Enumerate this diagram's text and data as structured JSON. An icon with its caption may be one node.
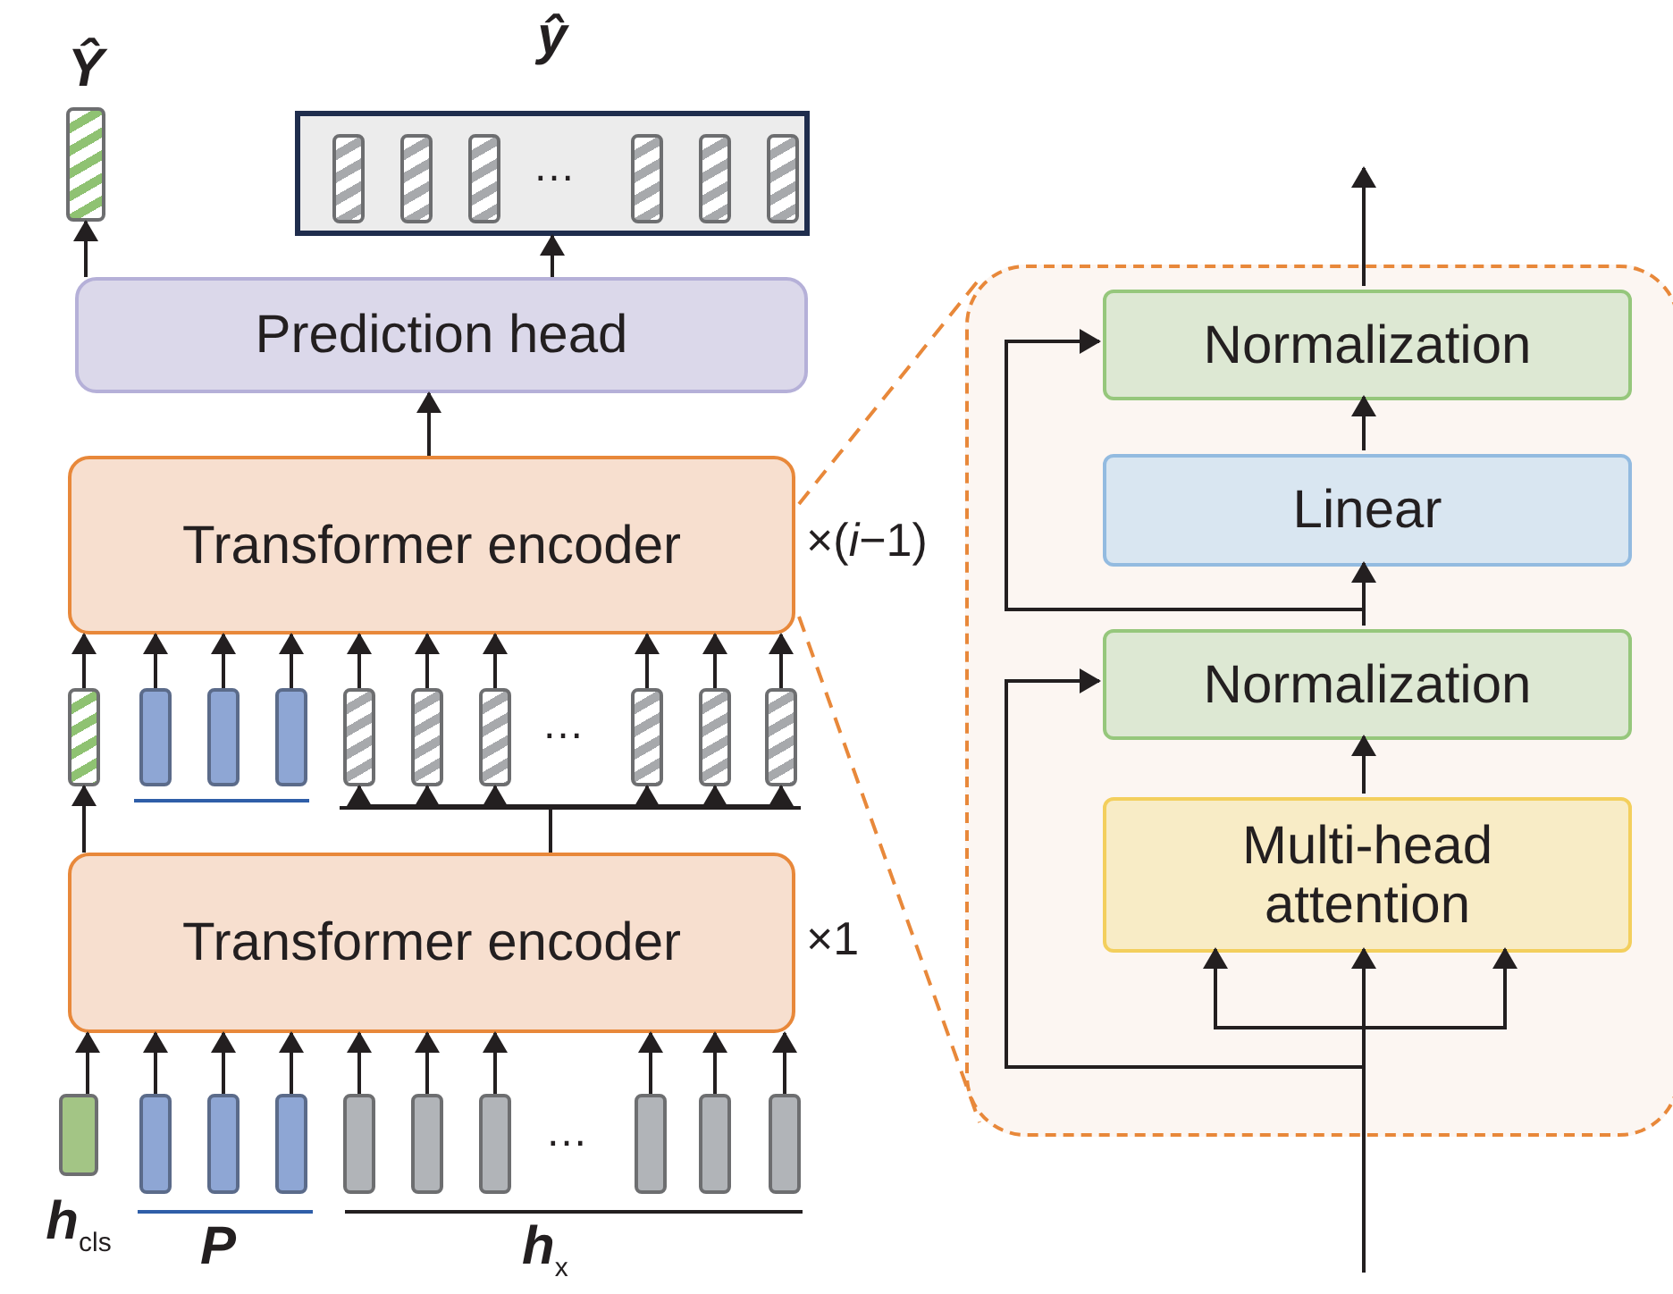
{
  "diagram": {
    "nodes": [
      {
        "text": [
          "Ŷ"
        ]
      },
      {
        "text": [
          "ŷ"
        ]
      },
      {
        "text": [],
        "shape": "bar",
        "in": 1
      },
      {
        "text": [],
        "shape": "bar",
        "in": 1
      },
      {
        "text": [],
        "shape": "bar",
        "in": 1
      },
      {
        "text": [],
        "shape": "bar",
        "in": 1
      },
      {
        "text": [],
        "shape": "bar",
        "in": 1
      },
      {
        "text": [],
        "shape": "bar",
        "in": 1
      },
      {
        "text": [
          "Prediction head"
        ]
      },
      {
        "text": [
          "Transformer encoder"
        ],
        "beside": [
          "×(*i*−1)"
        ]
      },
      {
        "text": [],
        "shape": "bar"
      },
      {
        "text": [],
        "shape": "bar"
      },
      {
        "text": [],
        "shape": "bar"
      },
      {
        "text": [],
        "shape": "bar"
      },
      {
        "text": [],
        "shape": "bar"
      },
      {
        "text": [],
        "shape": "bar"
      },
      {
        "text": [],
        "shape": "bar"
      },
      {
        "text": [],
        "shape": "bar"
      },
      {
        "text": [],
        "shape": "bar"
      },
      {
        "text": [],
        "shape": "bar"
      },
      {
        "text": [
          "Transformer encoder"
        ],
        "beside": [
          "×1"
        ]
      },
      {
        "text": [
          "h$_{cls}$"
        ]
      },
      {
        "text": [],
        "shape": "bar"
      },
      {
        "text": [],
        "shape": "bar"
      },
      {
        "text": [],
        "shape": "bar"
      },
      {
        "text": [],
        "shape": "bar"
      },
      {
        "text": [],
        "shape": "bar"
      },
      {
        "text": [],
        "shape": "bar"
      },
      {
        "text": [],
        "shape": "bar"
      },
      {
        "text": [],
        "shape": "bar"
      },
      {
        "text": [],
        "shape": "bar"
      },
      {
        "text": [],
        "shape": "box"
      },
      {
        "text": [
          "Normalization"
        ],
        "in": 31
      },
      {
        "text": [
          "Linear"
        ],
        "in": 31
      },
      {
        "text": [
          "Normalization"
        ],
        "in": 31
      },
      {
        "text": [
          "Multi-head attention"
        ],
        "in": 31
      }
    ],
    "edges": [
      {
        "from": 21,
        "to": 20,
        "arrow": "to"
      },
      {
        "from": 22,
        "to": 20,
        "arrow": "to"
      },
      {
        "from": 23,
        "to": 20,
        "arrow": "to"
      },
      {
        "from": 24,
        "to": 20,
        "arrow": "to"
      },
      {
        "from": 25,
        "to": 20,
        "arrow": "to"
      },
      {
        "from": 26,
        "to": 20,
        "arrow": "to"
      },
      {
        "from": 27,
        "to": 20,
        "arrow": "to"
      },
      {
        "from": 28,
        "to": 20,
        "arrow": "to"
      },
      {
        "from": 29,
        "to": 20,
        "arrow": "to"
      },
      {
        "from": 30,
        "to": 20,
        "arrow": "to"
      },
      {
        "from": 20,
        "to": 10,
        "arrow": "to"
      },
      {
        "from": 20,
        "to": 14,
        "arrow": "to"
      },
      {
        "from": 20,
        "to": 15,
        "arrow": "to"
      },
      {
        "from": 20,
        "to": 16,
        "arrow": "to"
      },
      {
        "from": 20,
        "to": 17,
        "arrow": "to"
      },
      {
        "from": 20,
        "to": 18,
        "arrow": "to"
      },
      {
        "from": 20,
        "to": 19,
        "arrow": "to"
      },
      {
        "from": 10,
        "to": 9,
        "arrow": "to"
      },
      {
        "from": 11,
        "to": 9,
        "arrow": "to"
      },
      {
        "from": 12,
        "to": 9,
        "arrow": "to"
      },
      {
        "from": 13,
        "to": 9,
        "arrow": "to"
      },
      {
        "from": 14,
        "to": 9,
        "arrow": "to"
      },
      {
        "from": 15,
        "to": 9,
        "arrow": "to"
      },
      {
        "from": 16,
        "to": 9,
        "arrow": "to"
      },
      {
        "from": 17,
        "to": 9,
        "arrow": "to"
      },
      {
        "from": 18,
        "to": 9,
        "arrow": "to"
      },
      {
        "from": 19,
        "to": 9,
        "arrow": "to"
      },
      {
        "from": 9,
        "to": 8,
        "arrow": "to"
      },
      {
        "from": 8,
        "to": 0,
        "arrow": "to"
      },
      {
        "from": 8,
        "to": 1,
        "arrow": "to"
      },
      {
        "from": 9,
        "to": 31,
        "arrow": "none",
        "style": "dashed",
        "color": "#e8883a"
      },
      {
        "from": 9,
        "to": 31,
        "arrow": "none",
        "style": "dashed",
        "color": "#e8883a"
      },
      {
        "from": null,
        "to": 35,
        "arrow": "to"
      },
      {
        "from": null,
        "to": 35,
        "arrow": "to"
      },
      {
        "from": null,
        "to": 35,
        "arrow": "to"
      },
      {
        "from": null,
        "to": 34,
        "arrow": "to"
      },
      {
        "from": 35,
        "to": 34,
        "arrow": "to"
      },
      {
        "from": 34,
        "to": 33,
        "arrow": "to"
      },
      {
        "from": 34,
        "to": 32,
        "arrow": "to"
      },
      {
        "from": 33,
        "to": 32,
        "arrow": "to"
      },
      {
        "from": 32,
        "to": null,
        "arrow": "to"
      }
    ],
    "labels": [
      "…",
      "…",
      "…",
      "P",
      "h$_{x}$"
    ]
  }
}
